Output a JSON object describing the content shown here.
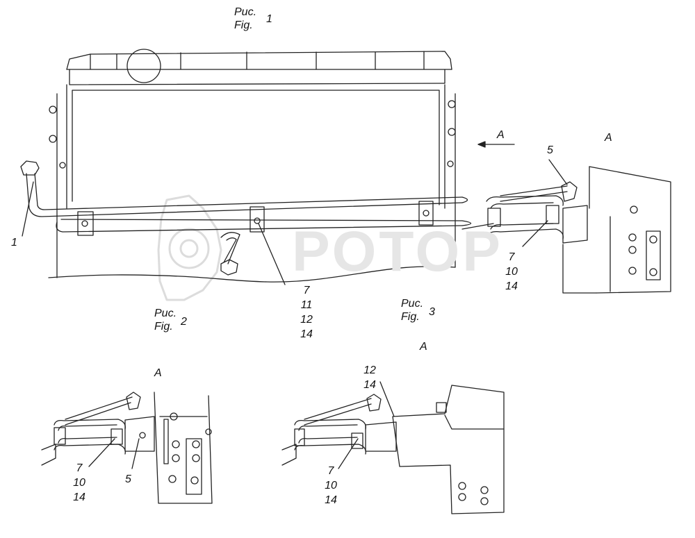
{
  "figures": {
    "fig1": {
      "ru": "Рис.",
      "en": "Fig.",
      "num": "1"
    },
    "fig2": {
      "ru": "Рис.",
      "en": "Fig.",
      "num": "2"
    },
    "fig3": {
      "ru": "Рис.",
      "en": "Fig.",
      "num": "3"
    }
  },
  "view_labels": {
    "arrow_label": "A",
    "view_top_right": "A",
    "view_bottom_left": "A",
    "view_bottom_right": "A"
  },
  "callouts": {
    "c1": "1",
    "c5_top": "5",
    "top_right_group": [
      "7",
      "10",
      "14"
    ],
    "middle_group": [
      "7",
      "11",
      "12",
      "14"
    ],
    "bottom_left_group": [
      "7",
      "10",
      "14"
    ],
    "bottom_left_5": "5",
    "bottom_right_group_top": [
      "12",
      "14"
    ],
    "bottom_right_group": [
      "7",
      "10",
      "14"
    ]
  },
  "watermark": {
    "text": "РОТОР"
  },
  "colors": {
    "line": "#222222",
    "watermark": "#e6e6e6"
  }
}
